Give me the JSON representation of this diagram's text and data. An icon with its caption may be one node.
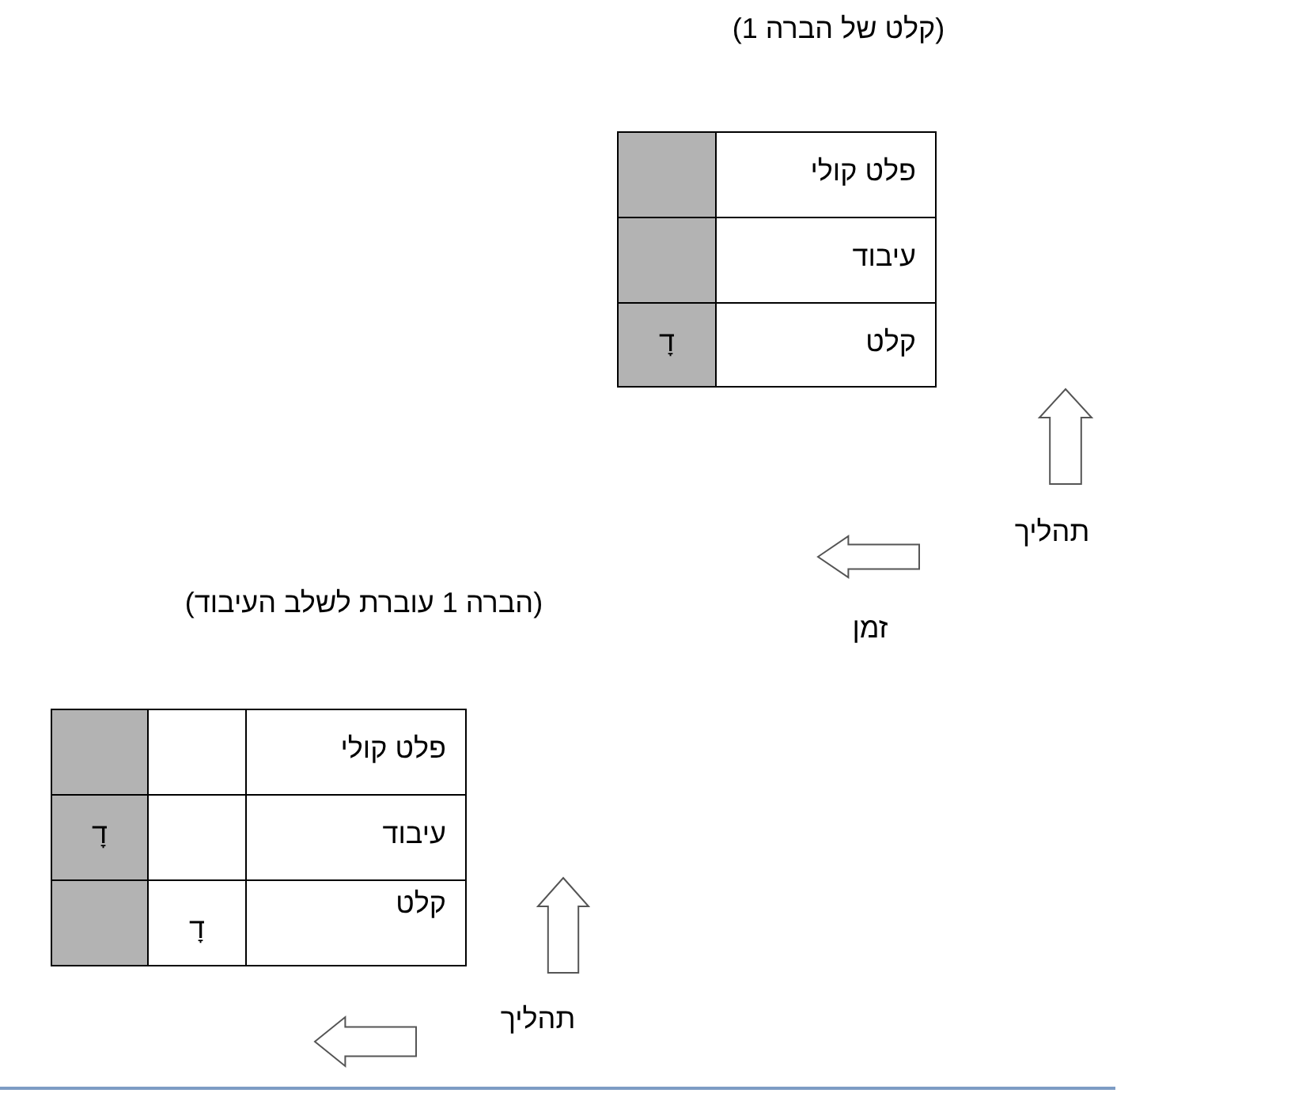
{
  "diagram": {
    "labels": [
      "(קלט של הברה 1)",
      "פלט קולי",
      "עיבוד",
      "קלט",
      "דָ",
      "תהליך",
      "(הברה 1 עוברת לשלב העיבוד)",
      "זמן",
      "פלט קולי",
      "עיבוד",
      "דָ",
      "קלט",
      "דָ",
      "תהליך"
    ]
  }
}
